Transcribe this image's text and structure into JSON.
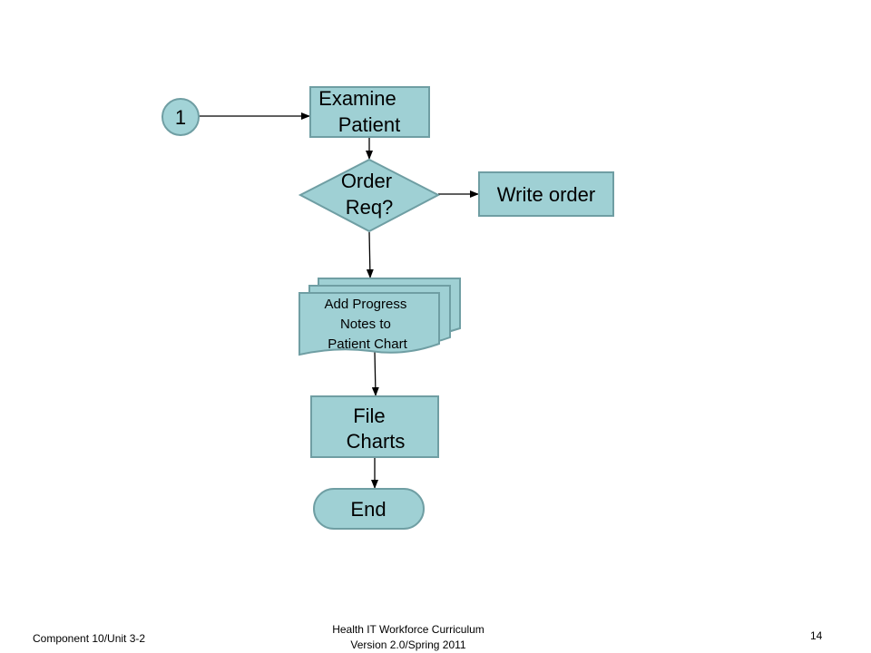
{
  "diagram": {
    "nodes": {
      "connector": {
        "label": "1"
      },
      "examine": {
        "lines": [
          "Examine",
          "Patient"
        ]
      },
      "decision": {
        "lines": [
          "Order",
          "Req?"
        ]
      },
      "write_order": {
        "label": "Write order"
      },
      "progress_notes": {
        "lines": [
          "Add Progress",
          "Notes to",
          "Patient Chart"
        ]
      },
      "file_charts": {
        "lines": [
          "File",
          "Charts"
        ]
      },
      "end": {
        "label": "End"
      }
    },
    "edges": [
      {
        "from": "connector",
        "to": "examine"
      },
      {
        "from": "examine",
        "to": "decision"
      },
      {
        "from": "decision",
        "to": "write_order"
      },
      {
        "from": "decision",
        "to": "progress_notes"
      },
      {
        "from": "progress_notes",
        "to": "file_charts"
      },
      {
        "from": "file_charts",
        "to": "end"
      }
    ]
  },
  "colors": {
    "shape_fill": "#9fd0d4",
    "shape_stroke": "#6f9ea3"
  },
  "footer": {
    "left": "Component 10/Unit 3-2",
    "center_line1": "Health IT Workforce Curriculum",
    "center_line2": "Version 2.0/Spring 2011",
    "page_number": "14"
  }
}
